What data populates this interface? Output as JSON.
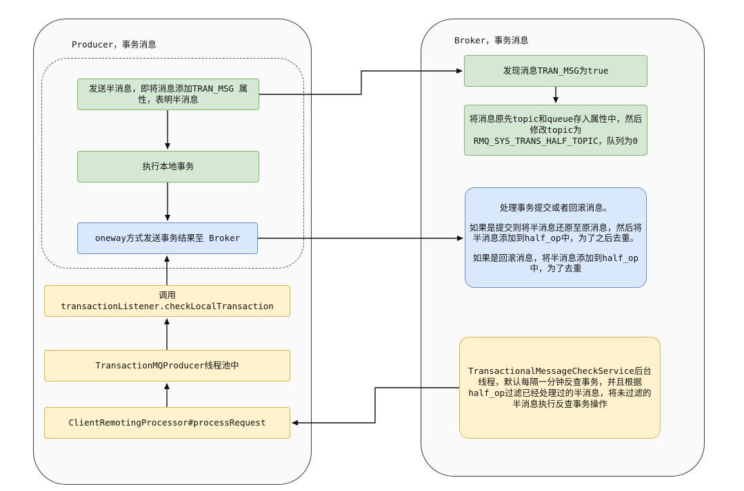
{
  "lanes": {
    "producer_title": "Producer，事务消息",
    "broker_title": "Broker，事务消息"
  },
  "producer": {
    "send_half": "发送半消息，即将消息添加TRAN_MSG 属性，表明半消息",
    "local_tx": "执行本地事务",
    "oneway": "oneway方式发送事务结果至 Broker",
    "call_check_line1": "调用",
    "call_check_line2": "transactionListener.checkLocalTransaction",
    "thread_pool": "TransactionMQProducer线程池中",
    "process_request": "ClientRemotingProcessor#processRequest"
  },
  "broker": {
    "found": "发现消息TRAN_MSG为true",
    "store": "将消息原先topic和queue存入属性中，然后修改topic为RMQ_SYS_TRANS_HALF_TOPIC，队列为0",
    "handle_p1": "处理事务提交或者回滚消息。",
    "handle_p2": "如果是提交则将半消息还原至原消息，然后将半消息添加到half_op中，为了之后去重。",
    "handle_p3": "如果是回滚消息，将半消息添加到half_op中，为了去重",
    "check_service": "TransactionalMessageCheckService后台线程，默认每隔一分钟反查事务，并且根据half_op过滤已经处理过的半消息，将未过滤的半消息执行反查事务操作"
  },
  "colors": {
    "green_fill": "#d5e8d4",
    "green_stroke": "#82b366",
    "blue_fill": "#dae8fc",
    "blue_stroke": "#6c8ebf",
    "yellow_fill": "#fff2cc",
    "yellow_stroke": "#d6b656"
  }
}
